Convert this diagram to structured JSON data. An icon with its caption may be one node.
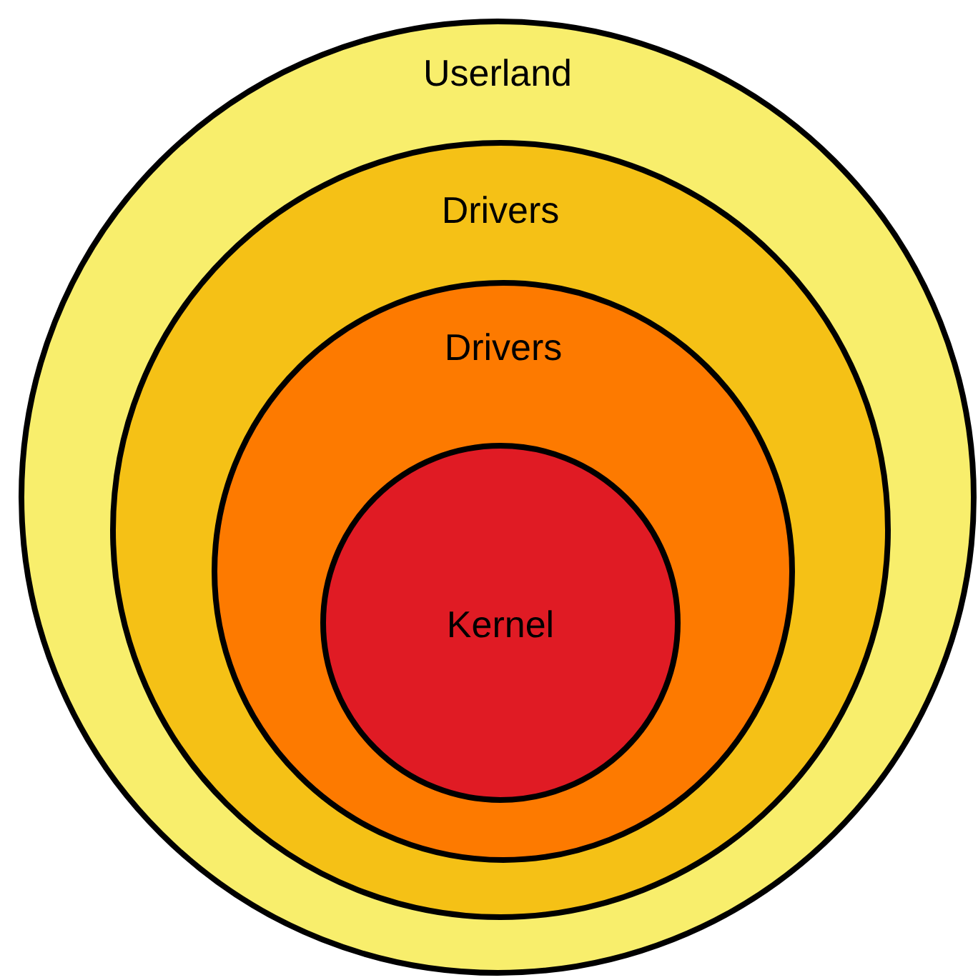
{
  "diagram": {
    "nodes": [
      {
        "text": [
          "Userland"
        ]
      },
      {
        "text": [
          "Drivers"
        ],
        "in": 0
      },
      {
        "text": [
          "Drivers"
        ],
        "in": 1
      },
      {
        "text": [
          "Kernel"
        ],
        "in": 2
      }
    ]
  }
}
